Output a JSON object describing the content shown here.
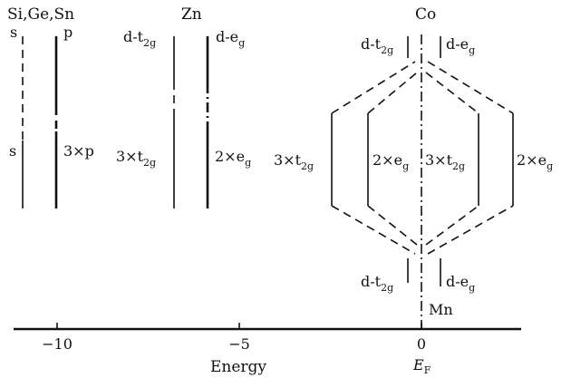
{
  "header": {
    "group1": "Si,Ge,Sn",
    "group2": "Zn",
    "group3": "Co"
  },
  "labels": {
    "s_top": "s",
    "p_top": "p",
    "s_mid": "s",
    "p_mult": "3×p",
    "zn_t2g_top": "d-t",
    "zn_eg_top": "d-e",
    "zn_t2g_mult": "3×t",
    "zn_eg_mult": "2×e",
    "co_t2g_top": "d-t",
    "co_eg_top": "d-e",
    "co_t2g_mult_left": "3×t",
    "co_eg_mult_left": "2×e",
    "co_t2g_mult_right": "3×t",
    "co_eg_mult_right": "2×e",
    "co_t2g_bottom": "d-t",
    "co_eg_bottom": "d-e",
    "mn": "Mn",
    "sub_t2g": "2g",
    "sub_g": "g"
  },
  "axis": {
    "ticks": [
      "−10",
      "−5",
      "0"
    ],
    "xlabel": "Energy",
    "fermi_label": "E",
    "fermi_sub": "F"
  },
  "colors": {
    "ink": "#111111",
    "background": "#ffffff"
  }
}
